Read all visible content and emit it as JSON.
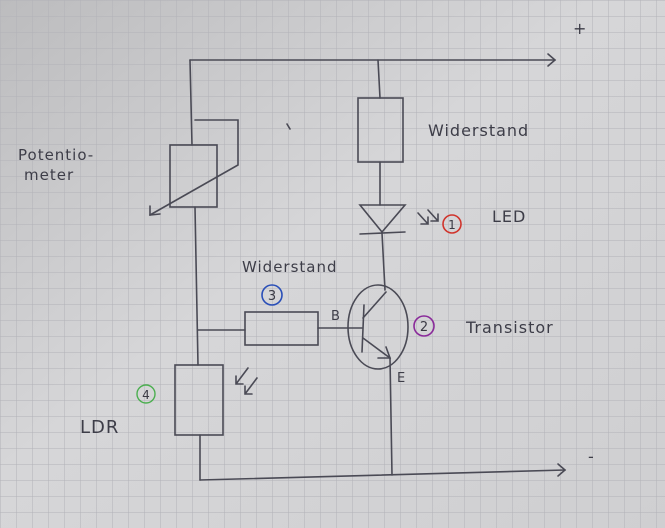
{
  "diagram": {
    "labels": {
      "plus": "+",
      "minus": "-",
      "poti_line1": "Potentio-",
      "poti_line2": "meter",
      "resistor_top": "Widerstand",
      "resistor_base": "Widerstand",
      "led": "LED",
      "transistor": "Transistor",
      "ldr": "LDR",
      "base": "B",
      "emitter": "E"
    },
    "markers": [
      {
        "number": "1",
        "color": "#d0342c"
      },
      {
        "number": "2",
        "color": "#8a2a9a"
      },
      {
        "number": "3",
        "color": "#2a4fb8"
      },
      {
        "number": "4",
        "color": "#4caf50"
      }
    ],
    "colors": {
      "paper": "#d3d3d5",
      "grid": "#b0b0b6",
      "ink": "#4a4a55"
    }
  }
}
